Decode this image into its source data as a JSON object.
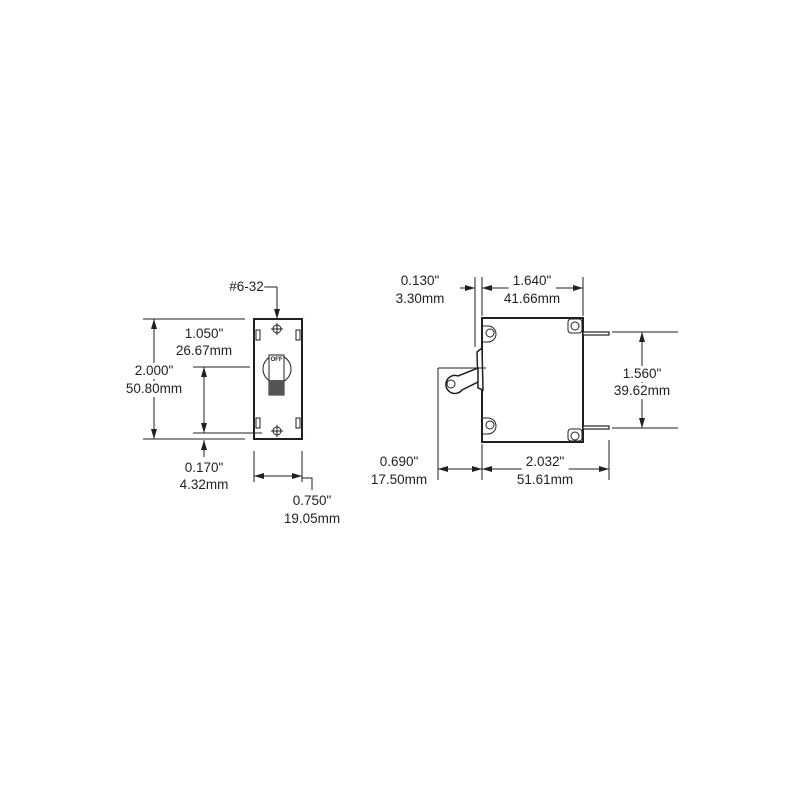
{
  "front_view": {
    "thread_label": "#6-32",
    "toggle_label": "OFF",
    "height": {
      "in": "2.000\"",
      "mm": "50.80mm"
    },
    "screw_spacing": {
      "in": "1.050\"",
      "mm": "26.67mm"
    },
    "screw_offset": {
      "in": "0.170\"",
      "mm": "4.32mm"
    },
    "width": {
      "in": "0.750\"",
      "mm": "19.05mm"
    }
  },
  "side_view": {
    "toggle_offset": {
      "in": "0.130\"",
      "mm": "3.30mm"
    },
    "body_depth": {
      "in": "1.640\"",
      "mm": "41.66mm"
    },
    "terminal_spacing": {
      "in": "1.560\"",
      "mm": "39.62mm"
    },
    "handle_extension": {
      "in": "0.690\"",
      "mm": "17.50mm"
    },
    "overall_depth": {
      "in": "2.032\"",
      "mm": "51.61mm"
    }
  },
  "colors": {
    "line": "#231f20"
  }
}
